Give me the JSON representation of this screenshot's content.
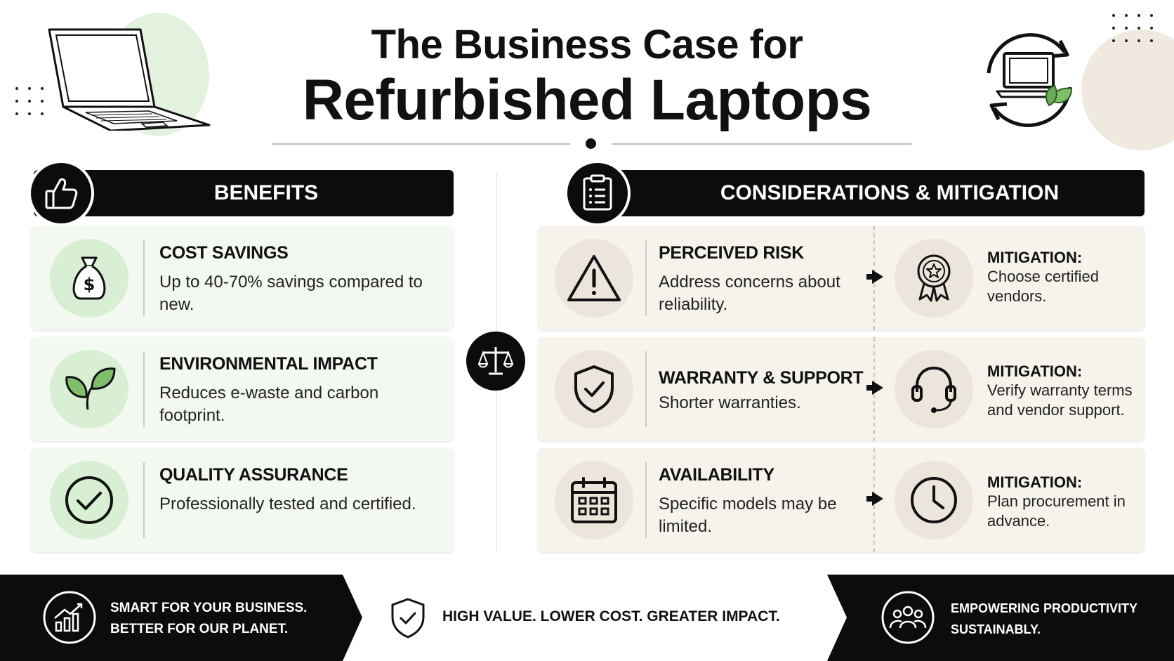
{
  "title": {
    "line1": "The Business Case for",
    "line2": "Refurbished Laptops"
  },
  "benefits": {
    "heading": "BENEFITS",
    "items": [
      {
        "title": "COST SAVINGS",
        "text": "Up to 40-70% savings compared to new.",
        "icon": "money-bag-icon"
      },
      {
        "title": "ENVIRONMENTAL IMPACT",
        "text": "Reduces e-waste and carbon footprint.",
        "icon": "leaf-icon"
      },
      {
        "title": "QUALITY ASSURANCE",
        "text": "Professionally tested and certified.",
        "icon": "check-circle-icon"
      }
    ]
  },
  "considerations": {
    "heading": "CONSIDERATIONS & MITIGATION",
    "items": [
      {
        "title": "PERCEIVED RISK",
        "text": "Address concerns about reliability.",
        "icon": "warning-icon",
        "mitigation_label": "MITIGATION:",
        "mitigation_text": "Choose certified vendors.",
        "mitigation_icon": "award-ribbon-icon"
      },
      {
        "title": "WARRANTY & SUPPORT",
        "text": "Shorter warranties.",
        "icon": "shield-check-icon",
        "mitigation_label": "MITIGATION:",
        "mitigation_text": "Verify warranty terms and vendor support.",
        "mitigation_icon": "headset-icon"
      },
      {
        "title": "AVAILABILITY",
        "text": "Specific models may be limited.",
        "icon": "calendar-icon",
        "mitigation_label": "MITIGATION:",
        "mitigation_text": "Plan procurement in advance.",
        "mitigation_icon": "clock-icon"
      }
    ]
  },
  "footer": {
    "left_line1": "SMART FOR YOUR BUSINESS.",
    "left_line2": "BETTER FOR OUR PLANET.",
    "middle": "HIGH VALUE. LOWER COST. GREATER IMPACT.",
    "right_line1": "EMPOWERING PRODUCTIVITY",
    "right_line2": "SUSTAINABLY."
  },
  "colors": {
    "benefit_card_bg": "#f3f9f0",
    "benefit_icon_bg": "#d9efd3",
    "consider_card_bg": "#f6f2ec",
    "consider_icon_bg": "#ebe5dc",
    "header_black": "#0c0c0c",
    "leaf_green": "#7fbf6a"
  }
}
